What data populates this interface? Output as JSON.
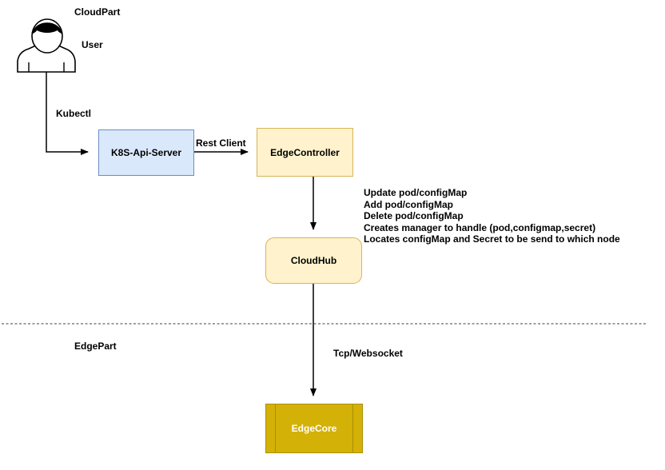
{
  "diagram_type": "architecture-flow",
  "zones": {
    "cloud_part_label": "CloudPart",
    "edge_part_label": "EdgePart"
  },
  "actor": {
    "label": "User",
    "icon": "user-icon"
  },
  "nodes": {
    "k8s_api_server": {
      "label": "K8S-Api-Server",
      "fill": "#dae8fc",
      "stroke": "#6c8ebf",
      "text_color": "#000000",
      "shape": "rectangle"
    },
    "edge_controller": {
      "label": "EdgeController",
      "fill": "#fff2cc",
      "stroke": "#d6b656",
      "text_color": "#000000",
      "shape": "rectangle"
    },
    "cloud_hub": {
      "label": "CloudHub",
      "fill": "#fff2cc",
      "stroke": "#d6b656",
      "text_color": "#000000",
      "shape": "rounded-rectangle"
    },
    "edge_core": {
      "label": "EdgeCore",
      "fill": "#d4b106",
      "stroke": "#a89008",
      "text_color": "#ffffff",
      "shape": "process"
    }
  },
  "connections": {
    "user_to_k8s_label": "Kubectl",
    "k8s_to_edgecontroller_label": "Rest Client",
    "cloudhub_to_edgecore_label": "Tcp/Websocket"
  },
  "cloudhub_notes": [
    "Update pod/configMap",
    "Add pod/configMap",
    "Delete pod/configMap",
    "Creates manager to handle (pod,configmap,secret)",
    "Locates configMap and Secret to be send to which node"
  ],
  "divider": {
    "style": "dashed",
    "color": "#808080"
  },
  "line_color": "#000000",
  "background": "#ffffff"
}
